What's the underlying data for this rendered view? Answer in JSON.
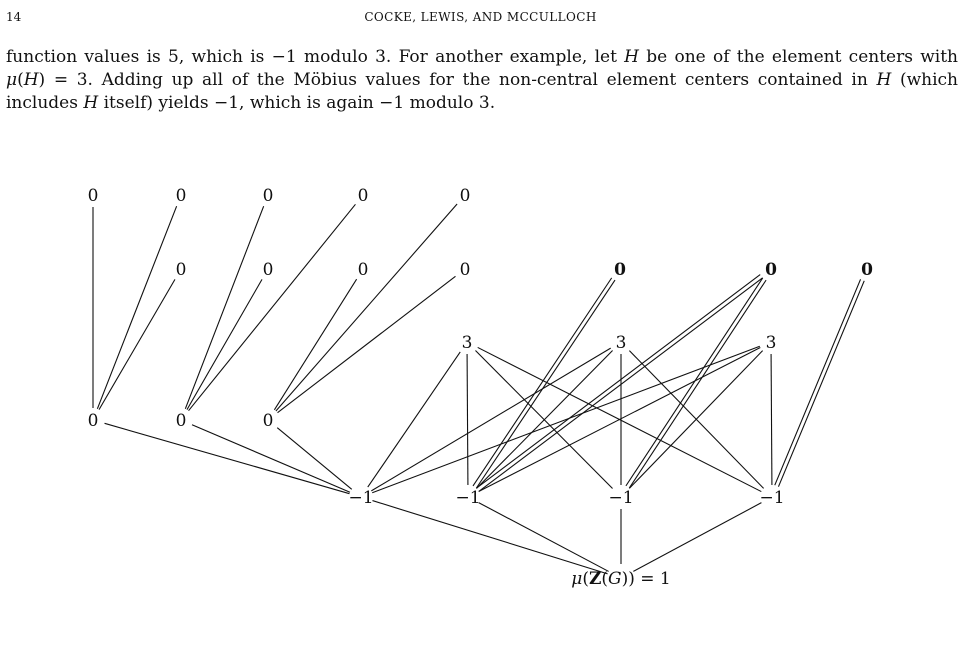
{
  "header": {
    "page_number": "14",
    "title": "COCKE, LEWIS, AND MCCULLOCH"
  },
  "paragraph": {
    "s1": "function values is 5, which is −1 modulo 3. For another example, let ",
    "H1": "H",
    "s2": " be one of the element centers with ",
    "mu": "μ",
    "s3": "(",
    "H2": "H",
    "s4": ") = 3. Adding up all of the Möbius values for the non-central element centers contained in ",
    "H3": "H",
    "s5": " (which includes ",
    "H4": "H",
    "s6": " itself) yields −1, which is again −1 modulo 3."
  },
  "diagram": {
    "nodes": [
      {
        "id": "t1",
        "label": "0",
        "bold": false
      },
      {
        "id": "t2",
        "label": "0",
        "bold": false
      },
      {
        "id": "t3",
        "label": "0",
        "bold": false
      },
      {
        "id": "t4",
        "label": "0",
        "bold": false
      },
      {
        "id": "t5",
        "label": "0",
        "bold": false
      },
      {
        "id": "m1",
        "label": "0",
        "bold": false
      },
      {
        "id": "m2",
        "label": "0",
        "bold": false
      },
      {
        "id": "m3",
        "label": "0",
        "bold": false
      },
      {
        "id": "m4",
        "label": "0",
        "bold": false
      },
      {
        "id": "b1",
        "label": "0",
        "bold": true
      },
      {
        "id": "b2",
        "label": "0",
        "bold": true
      },
      {
        "id": "b3",
        "label": "0",
        "bold": true
      },
      {
        "id": "h1",
        "label": "3",
        "bold": false
      },
      {
        "id": "h2",
        "label": "3",
        "bold": false
      },
      {
        "id": "h3",
        "label": "3",
        "bold": false
      },
      {
        "id": "z1",
        "label": "0",
        "bold": false
      },
      {
        "id": "z2",
        "label": "0",
        "bold": false
      },
      {
        "id": "z3",
        "label": "0",
        "bold": false
      },
      {
        "id": "n1",
        "label": "−1",
        "bold": false
      },
      {
        "id": "n2",
        "label": "−1",
        "bold": false
      },
      {
        "id": "n3",
        "label": "−1",
        "bold": false
      },
      {
        "id": "n4",
        "label": "−1",
        "bold": false
      }
    ],
    "root": {
      "mu": "μ",
      "open": "(",
      "Z": "Z",
      "paren_open": "(",
      "G": "G",
      "close": "))",
      "equals": " = 1"
    },
    "edges": [
      [
        "t1",
        "z1",
        "single"
      ],
      [
        "t2",
        "z1",
        "single"
      ],
      [
        "m1",
        "z1",
        "single"
      ],
      [
        "t3",
        "z2",
        "single"
      ],
      [
        "t4",
        "z2",
        "single"
      ],
      [
        "m2",
        "z2",
        "single"
      ],
      [
        "t5",
        "z3",
        "single"
      ],
      [
        "m3",
        "z3",
        "single"
      ],
      [
        "m4",
        "z3",
        "single"
      ],
      [
        "z1",
        "n1",
        "single"
      ],
      [
        "z2",
        "n1",
        "single"
      ],
      [
        "z3",
        "n1",
        "single"
      ],
      [
        "h1",
        "n1",
        "single"
      ],
      [
        "h1",
        "n2",
        "single"
      ],
      [
        "h1",
        "n3",
        "single"
      ],
      [
        "h1",
        "n4",
        "single"
      ],
      [
        "h2",
        "n1",
        "single"
      ],
      [
        "h2",
        "n2",
        "single"
      ],
      [
        "h2",
        "n3",
        "single"
      ],
      [
        "h2",
        "n4",
        "single"
      ],
      [
        "h3",
        "n1",
        "single"
      ],
      [
        "h3",
        "n2",
        "single"
      ],
      [
        "h3",
        "n3",
        "single"
      ],
      [
        "h3",
        "n4",
        "single"
      ],
      [
        "b1",
        "n2",
        "double"
      ],
      [
        "b2",
        "n2",
        "double"
      ],
      [
        "b2",
        "n3",
        "double"
      ],
      [
        "b3",
        "n4",
        "double"
      ],
      [
        "n1",
        "root",
        "single"
      ],
      [
        "n2",
        "root",
        "single"
      ],
      [
        "n3",
        "root",
        "single"
      ],
      [
        "n4",
        "root",
        "single"
      ]
    ]
  }
}
